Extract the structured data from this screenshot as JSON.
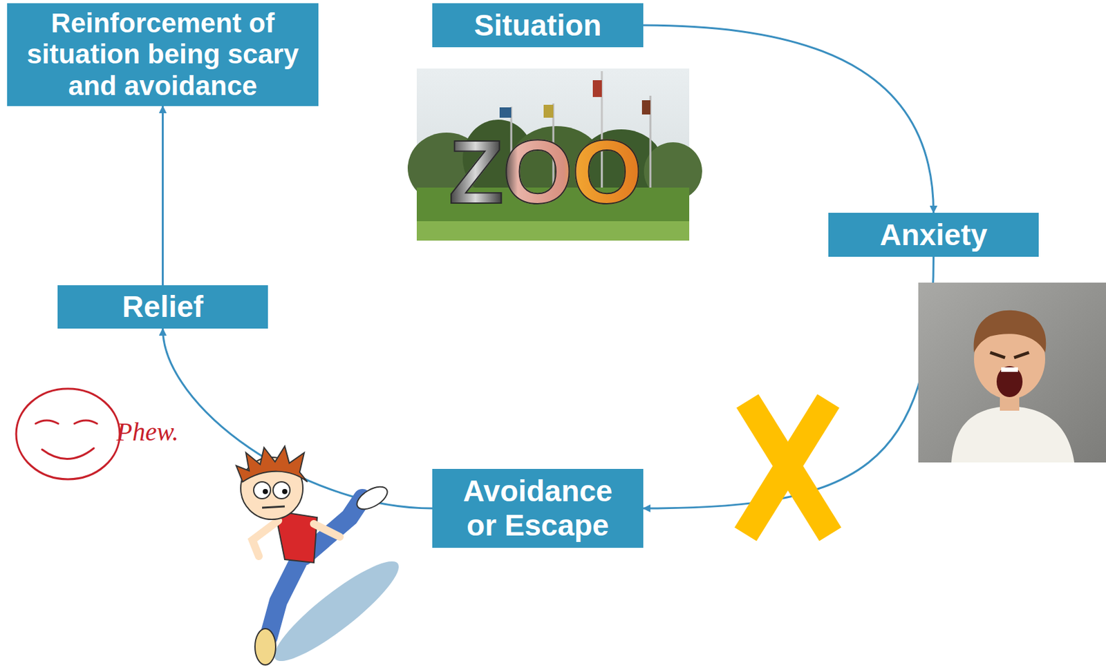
{
  "diagram": {
    "nodes": [
      {
        "text": [
          "Reinforcement of situation being scary and avoidance"
        ]
      },
      {
        "text": [
          "Situation"
        ]
      },
      {
        "text": [
          "Anxiety"
        ]
      },
      {
        "text": [
          "Avoidance or Escape"
        ]
      },
      {
        "text": [
          "Relief"
        ]
      }
    ],
    "edges": [
      {
        "from": 1,
        "to": 2,
        "arrow": "to"
      },
      {
        "from": 2,
        "to": 3,
        "arrow": "to"
      },
      {
        "from": 3,
        "to": 4,
        "arrow": "to"
      },
      {
        "from": 4,
        "to": 0,
        "arrow": "to"
      }
    ],
    "labels": [
      "ZOO",
      "Phew."
    ]
  }
}
